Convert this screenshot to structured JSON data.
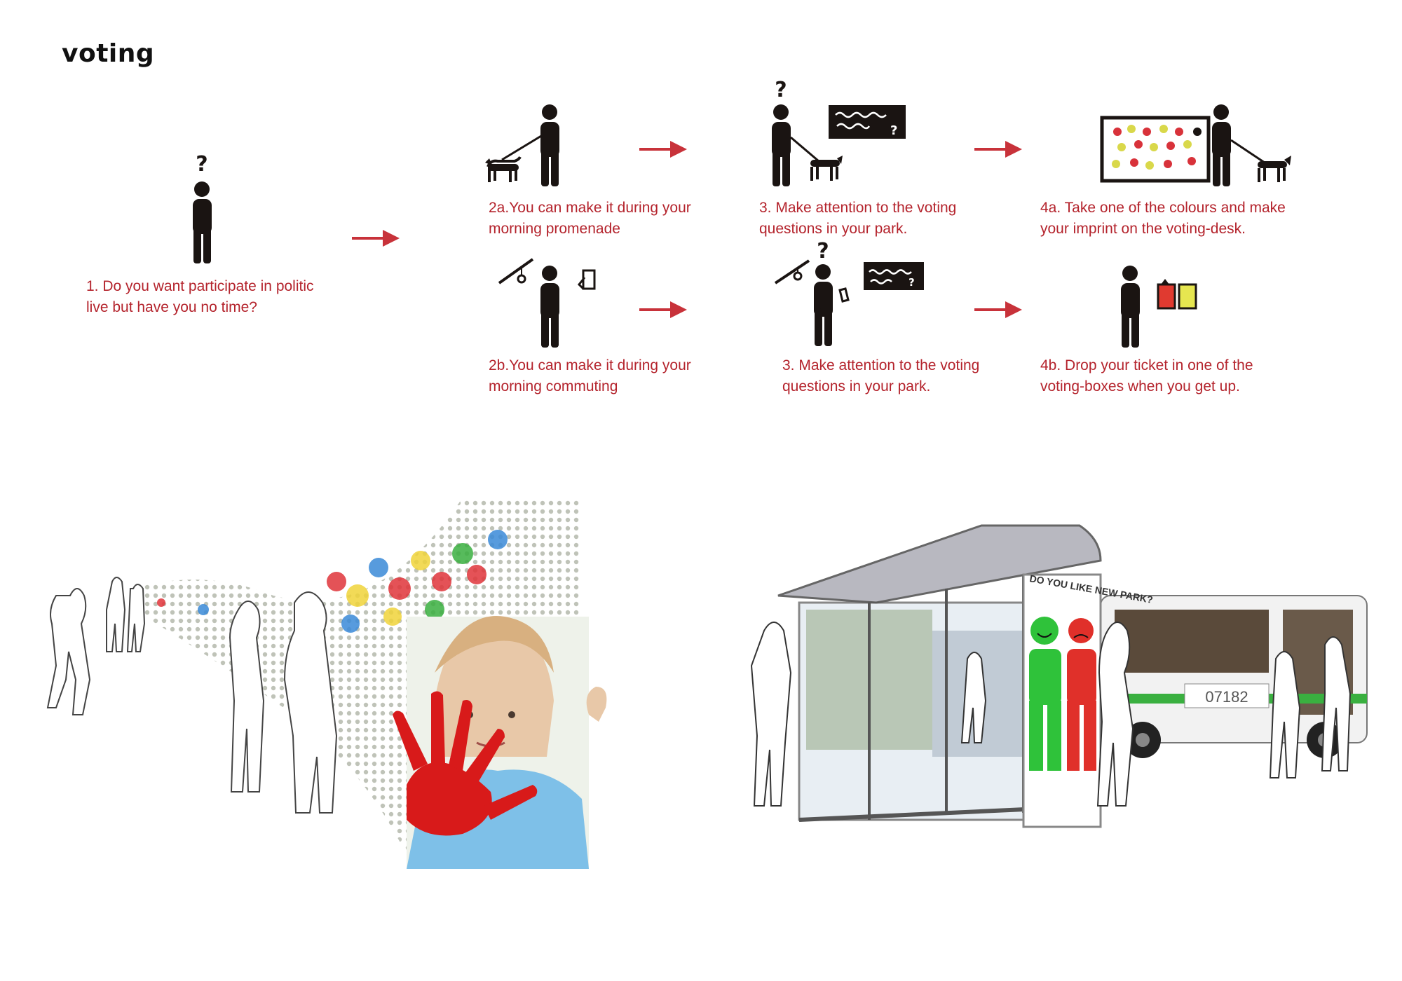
{
  "title": "voting",
  "steps": {
    "s1": {
      "line1": "1. Do you want participate in politic",
      "line2": "live but have you no time?"
    },
    "s2a": {
      "line1": "2a.You can make it during your",
      "line2": "morning promenade"
    },
    "s2b": {
      "line1": "2b.You can make it during your",
      "line2": "morning commuting"
    },
    "s3a": {
      "line1": "3. Make attention to the voting",
      "line2": "questions in your park."
    },
    "s3b": {
      "line1": "3. Make attention to the voting",
      "line2": "questions in your park."
    },
    "s4a": {
      "line1": "4a. Take one of the colours and make",
      "line2": "your imprint on the voting-desk."
    },
    "s4b": {
      "line1": "4b. Drop your ticket in one of the",
      "line2": "voting-boxes when you get up."
    }
  },
  "question_mark": "?",
  "bus_stop_sign": "DO YOU LIKE NEW PARK?",
  "bus_number": "07182",
  "colors": {
    "accent": "#c8323a",
    "figure": "#1a1412",
    "box_red": "#e03a30",
    "box_yellow": "#e6e650",
    "kiosk_green": "#2fc23a",
    "kiosk_red": "#e0302a"
  }
}
